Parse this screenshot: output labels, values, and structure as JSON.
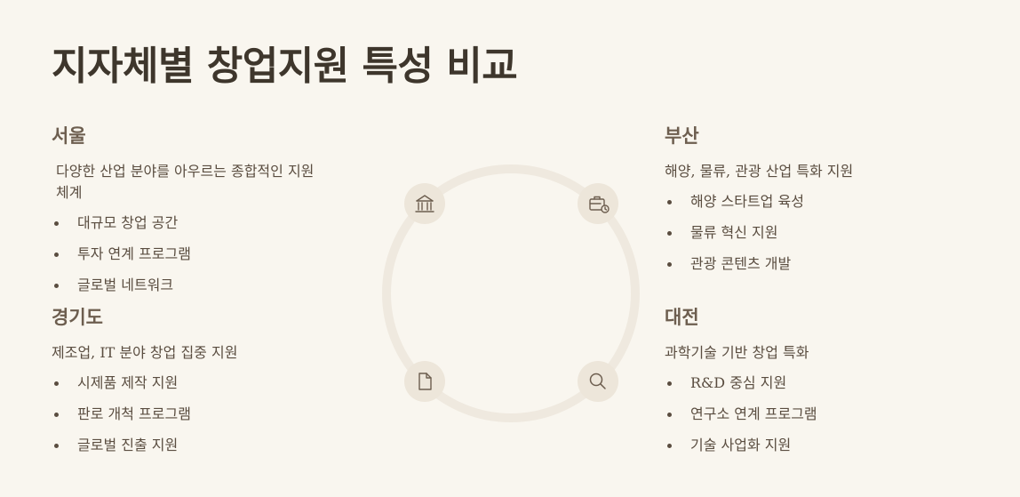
{
  "title": "지자체별 창업지원 특성 비교",
  "regions": {
    "seoul": {
      "name": "서울",
      "desc": "다양한 산업 분야를 아우르는 종합적인 지원 체계",
      "items": [
        "대규모 창업 공간",
        "투자 연계 프로그램",
        "글로벌 네트워크"
      ]
    },
    "busan": {
      "name": "부산",
      "desc": "해양, 물류, 관광 산업 특화 지원",
      "items": [
        "해양 스타트업 육성",
        "물류 혁신 지원",
        "관광 콘텐츠 개발"
      ]
    },
    "gyeonggi": {
      "name": "경기도",
      "desc": "제조업, IT 분야 창업 집중 지원",
      "items": [
        "시제품 제작 지원",
        "판로 개척 프로그램",
        "글로벌 진출 지원"
      ]
    },
    "daejeon": {
      "name": "대전",
      "desc": "과학기술 기반 창업 특화",
      "items": [
        "R&D 중심 지원",
        "연구소 연계 프로그램",
        "기술 사업화 지원"
      ]
    }
  },
  "wheel": {
    "icons": [
      "landmark-icon",
      "briefcase-clock-icon",
      "document-icon",
      "search-icon"
    ],
    "colors": {
      "ring": "#efe9df",
      "icon_bg": "#ede6da",
      "icon": "#6d5e4f"
    }
  }
}
